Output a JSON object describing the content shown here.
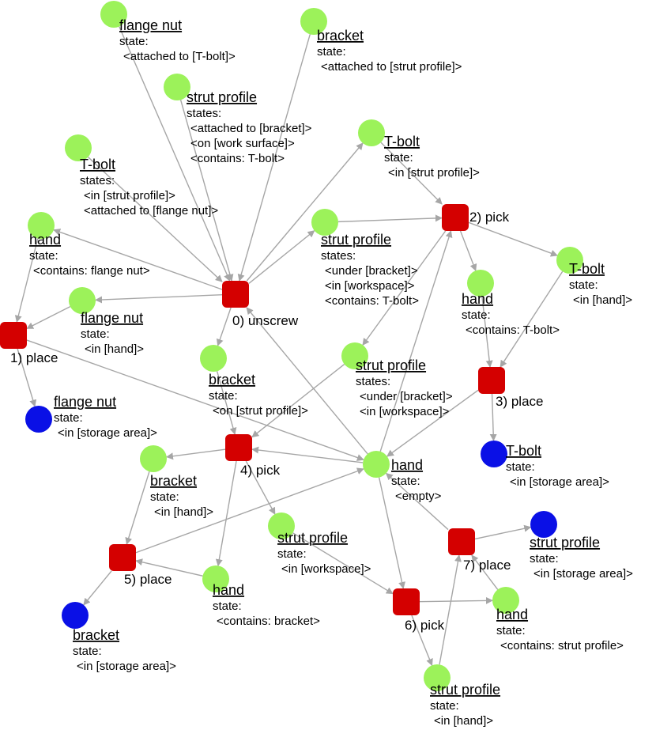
{
  "colors": {
    "action": "#d40000",
    "object_current": "#9cf25a",
    "object_final": "#0a10e6",
    "edge": "#a6a6a6"
  },
  "actions": [
    {
      "id": "a0",
      "label": "0) unscrew"
    },
    {
      "id": "a1",
      "label": "1) place"
    },
    {
      "id": "a2",
      "label": "2) pick"
    },
    {
      "id": "a3",
      "label": "3) place"
    },
    {
      "id": "a4",
      "label": "4) pick"
    },
    {
      "id": "a5",
      "label": "5) place"
    },
    {
      "id": "a6",
      "label": "6) pick"
    },
    {
      "id": "a7",
      "label": "7) place"
    }
  ],
  "objects": [
    {
      "id": "o_flangenut_top",
      "kind": "current",
      "name": "flange nut",
      "state_label": "state:",
      "states": [
        "<attached to [T-bolt]>"
      ]
    },
    {
      "id": "o_bracket_top",
      "kind": "current",
      "name": "bracket",
      "state_label": "state:",
      "states": [
        "<attached to [strut profile]>"
      ]
    },
    {
      "id": "o_strut_top",
      "kind": "current",
      "name": "strut profile",
      "state_label": "states:",
      "states": [
        "<attached to [bracket]>",
        "<on [work surface]>",
        "<contains: T-bolt>"
      ]
    },
    {
      "id": "o_tbolt_left",
      "kind": "current",
      "name": "T-bolt",
      "state_label": "states:",
      "states": [
        "<in [strut profile]>",
        "<attached to [flange nut]>"
      ]
    },
    {
      "id": "o_tbolt_right",
      "kind": "current",
      "name": "T-bolt",
      "state_label": "state:",
      "states": [
        "<in [strut profile]>"
      ]
    },
    {
      "id": "o_hand_left",
      "kind": "current",
      "name": "hand",
      "state_label": "state:",
      "states": [
        "<contains: flange nut>"
      ]
    },
    {
      "id": "o_strut_mid",
      "kind": "current",
      "name": "strut profile",
      "state_label": "states:",
      "states": [
        "<under [bracket]>",
        "<in [workspace]>",
        "<contains: T-bolt>"
      ]
    },
    {
      "id": "o_hand_tbolt",
      "kind": "current",
      "name": "hand",
      "state_label": "state:",
      "states": [
        "<contains: T-bolt>"
      ]
    },
    {
      "id": "o_tbolt_inhand",
      "kind": "current",
      "name": "T-bolt",
      "state_label": "state:",
      "states": [
        "<in [hand]>"
      ]
    },
    {
      "id": "o_flangenut_hand",
      "kind": "current",
      "name": "flange nut",
      "state_label": "state:",
      "states": [
        "<in [hand]>"
      ]
    },
    {
      "id": "o_bracket_on",
      "kind": "current",
      "name": "bracket",
      "state_label": "state:",
      "states": [
        "<on [strut profile]>"
      ]
    },
    {
      "id": "o_strut_under",
      "kind": "current",
      "name": "strut profile",
      "state_label": "states:",
      "states": [
        "<under [bracket]>",
        "<in [workspace]>"
      ]
    },
    {
      "id": "o_flangenut_storage",
      "kind": "final",
      "name": "flange nut",
      "state_label": "state:",
      "states": [
        "<in [storage area]>"
      ]
    },
    {
      "id": "o_tbolt_storage",
      "kind": "final",
      "name": "T-bolt",
      "state_label": "state:",
      "states": [
        "<in [storage area]>"
      ]
    },
    {
      "id": "o_hand_empty",
      "kind": "current",
      "name": "hand",
      "state_label": "state:",
      "states": [
        "<empty>"
      ]
    },
    {
      "id": "o_bracket_hand",
      "kind": "current",
      "name": "bracket",
      "state_label": "state:",
      "states": [
        "<in [hand]>"
      ]
    },
    {
      "id": "o_strut_ws",
      "kind": "current",
      "name": "strut profile",
      "state_label": "state:",
      "states": [
        "<in [workspace]>"
      ]
    },
    {
      "id": "o_strut_storage",
      "kind": "final",
      "name": "strut profile",
      "state_label": "state:",
      "states": [
        "<in [storage area]>"
      ]
    },
    {
      "id": "o_hand_bracket",
      "kind": "current",
      "name": "hand",
      "state_label": "state:",
      "states": [
        "<contains: bracket>"
      ]
    },
    {
      "id": "o_hand_strut",
      "kind": "current",
      "name": "hand",
      "state_label": "state:",
      "states": [
        "<contains: strut profile>"
      ]
    },
    {
      "id": "o_bracket_storage",
      "kind": "final",
      "name": "bracket",
      "state_label": "state:",
      "states": [
        "<in [storage area]>"
      ]
    },
    {
      "id": "o_strut_inhand",
      "kind": "current",
      "name": "strut profile",
      "state_label": "state:",
      "states": [
        "<in [hand]>"
      ]
    }
  ],
  "edges": [
    [
      "o_flangenut_top",
      "a0"
    ],
    [
      "o_bracket_top",
      "a0"
    ],
    [
      "o_strut_top",
      "a0"
    ],
    [
      "o_tbolt_left",
      "a0"
    ],
    [
      "a0",
      "o_hand_left"
    ],
    [
      "a0",
      "o_tbolt_right"
    ],
    [
      "a0",
      "o_strut_mid"
    ],
    [
      "a0",
      "o_flangenut_hand"
    ],
    [
      "a0",
      "o_bracket_on"
    ],
    [
      "o_tbolt_right",
      "a2"
    ],
    [
      "o_strut_mid",
      "a2"
    ],
    [
      "o_hand_empty",
      "a2"
    ],
    [
      "a2",
      "o_hand_tbolt"
    ],
    [
      "a2",
      "o_tbolt_inhand"
    ],
    [
      "a2",
      "o_strut_under"
    ],
    [
      "o_hand_left",
      "a1"
    ],
    [
      "o_flangenut_hand",
      "a1"
    ],
    [
      "a1",
      "o_flangenut_storage"
    ],
    [
      "a1",
      "o_hand_empty"
    ],
    [
      "o_hand_tbolt",
      "a3"
    ],
    [
      "o_tbolt_inhand",
      "a3"
    ],
    [
      "a3",
      "o_tbolt_storage"
    ],
    [
      "a3",
      "o_hand_empty"
    ],
    [
      "o_hand_empty",
      "a0"
    ],
    [
      "o_bracket_on",
      "a4"
    ],
    [
      "o_strut_under",
      "a4"
    ],
    [
      "o_hand_empty",
      "a4"
    ],
    [
      "a4",
      "o_bracket_hand"
    ],
    [
      "a4",
      "o_hand_bracket"
    ],
    [
      "a4",
      "o_strut_ws"
    ],
    [
      "o_bracket_hand",
      "a5"
    ],
    [
      "o_hand_bracket",
      "a5"
    ],
    [
      "a5",
      "o_bracket_storage"
    ],
    [
      "a5",
      "o_hand_empty"
    ],
    [
      "o_hand_empty",
      "a6"
    ],
    [
      "o_strut_ws",
      "a6"
    ],
    [
      "a6",
      "o_hand_strut"
    ],
    [
      "a6",
      "o_strut_inhand"
    ],
    [
      "o_strut_inhand",
      "a7"
    ],
    [
      "o_hand_strut",
      "a7"
    ],
    [
      "a7",
      "o_strut_storage"
    ],
    [
      "a7",
      "o_hand_empty"
    ]
  ]
}
